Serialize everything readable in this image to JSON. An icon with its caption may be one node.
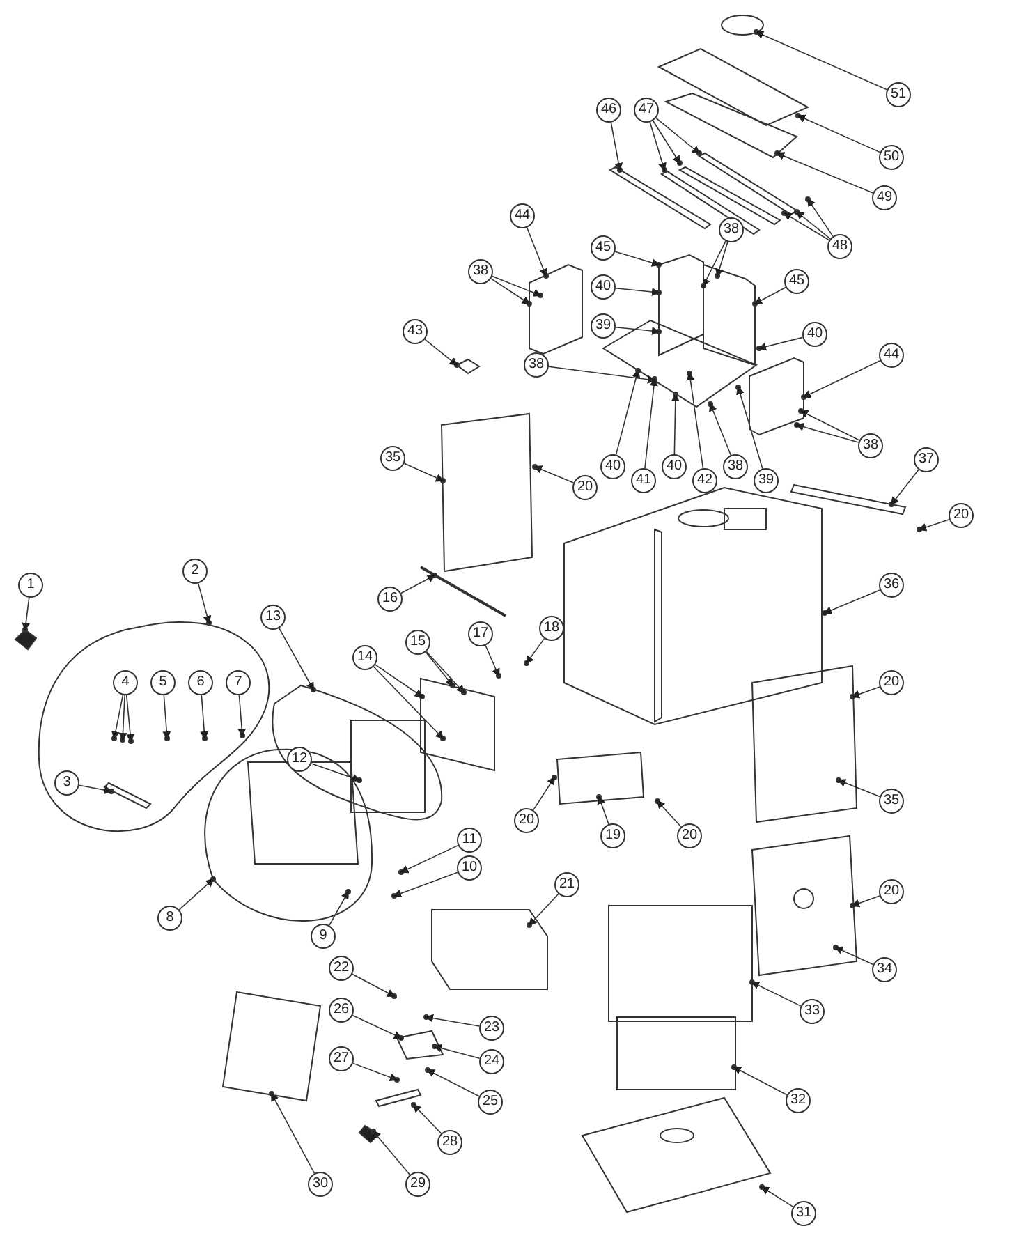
{
  "diagram": {
    "nodes": [
      {
        "text": [
          "51"
        ]
      },
      {
        "text": [
          "50"
        ]
      },
      {
        "text": [
          "47"
        ]
      },
      {
        "text": [
          "46"
        ]
      },
      {
        "text": [
          "49"
        ]
      },
      {
        "text": [
          "48"
        ]
      },
      {
        "text": [
          "44"
        ]
      },
      {
        "text": [
          "38"
        ]
      },
      {
        "text": [
          "45"
        ]
      },
      {
        "text": [
          "40"
        ]
      },
      {
        "text": [
          "38"
        ]
      },
      {
        "text": [
          "39"
        ]
      },
      {
        "text": [
          "45"
        ]
      },
      {
        "text": [
          "40"
        ]
      },
      {
        "text": [
          "44"
        ]
      },
      {
        "text": [
          "38"
        ]
      },
      {
        "text": [
          "43"
        ]
      },
      {
        "text": [
          "40"
        ]
      },
      {
        "text": [
          "41"
        ]
      },
      {
        "text": [
          "40"
        ]
      },
      {
        "text": [
          "42"
        ]
      },
      {
        "text": [
          "38"
        ]
      },
      {
        "text": [
          "39"
        ]
      },
      {
        "text": [
          "38"
        ]
      },
      {
        "text": [
          "35"
        ]
      },
      {
        "text": [
          "20"
        ]
      },
      {
        "text": [
          "37"
        ]
      },
      {
        "text": [
          "20"
        ]
      },
      {
        "text": [
          "16"
        ]
      },
      {
        "text": [
          "36"
        ]
      },
      {
        "text": [
          "1"
        ]
      },
      {
        "text": [
          "2"
        ]
      },
      {
        "text": [
          "13"
        ]
      },
      {
        "text": [
          "17"
        ]
      },
      {
        "text": [
          "18"
        ]
      },
      {
        "text": [
          "15"
        ]
      },
      {
        "text": [
          "14"
        ]
      },
      {
        "text": [
          "3"
        ]
      },
      {
        "text": [
          "4"
        ]
      },
      {
        "text": [
          "5"
        ]
      },
      {
        "text": [
          "6"
        ]
      },
      {
        "text": [
          "7"
        ]
      },
      {
        "text": [
          "12"
        ]
      },
      {
        "text": [
          "20"
        ]
      },
      {
        "text": [
          "35"
        ]
      },
      {
        "text": [
          "20"
        ]
      },
      {
        "text": [
          "19"
        ]
      },
      {
        "text": [
          "20"
        ]
      },
      {
        "text": [
          "11"
        ]
      },
      {
        "text": [
          "10"
        ]
      },
      {
        "text": [
          "8"
        ]
      },
      {
        "text": [
          "9"
        ]
      },
      {
        "text": [
          "21"
        ]
      },
      {
        "text": [
          "20"
        ]
      },
      {
        "text": [
          "34"
        ]
      },
      {
        "text": [
          "22"
        ]
      },
      {
        "text": [
          "33"
        ]
      },
      {
        "text": [
          "26"
        ]
      },
      {
        "text": [
          "23"
        ]
      },
      {
        "text": [
          "27"
        ]
      },
      {
        "text": [
          "24"
        ]
      },
      {
        "text": [
          "25"
        ]
      },
      {
        "text": [
          "32"
        ]
      },
      {
        "text": [
          "28"
        ]
      },
      {
        "text": [
          "29"
        ]
      },
      {
        "text": [
          "30"
        ]
      },
      {
        "text": [
          "31"
        ]
      }
    ],
    "edges": [
      {
        "from": 0,
        "to": null,
        "arrow": "to"
      },
      {
        "from": 1,
        "to": null,
        "arrow": "to"
      },
      {
        "from": 2,
        "to": null,
        "arrow": "to"
      },
      {
        "from": 2,
        "to": null,
        "arrow": "to"
      },
      {
        "from": 2,
        "to": null,
        "arrow": "to"
      },
      {
        "from": 3,
        "to": null,
        "arrow": "to"
      },
      {
        "from": 4,
        "to": null,
        "arrow": "to"
      },
      {
        "from": 5,
        "to": null,
        "arrow": "to"
      },
      {
        "from": 5,
        "to": null,
        "arrow": "to"
      },
      {
        "from": 5,
        "to": null,
        "arrow": "to"
      },
      {
        "from": 6,
        "to": null,
        "arrow": "to"
      },
      {
        "from": 7,
        "to": null,
        "arrow": "to"
      },
      {
        "from": 7,
        "to": null,
        "arrow": "to"
      },
      {
        "from": 8,
        "to": null,
        "arrow": "to"
      },
      {
        "from": 9,
        "to": null,
        "arrow": "to"
      },
      {
        "from": 10,
        "to": null,
        "arrow": "to"
      },
      {
        "from": 10,
        "to": null,
        "arrow": "to"
      },
      {
        "from": 11,
        "to": null,
        "arrow": "to"
      },
      {
        "from": 12,
        "to": null,
        "arrow": "to"
      },
      {
        "from": 13,
        "to": null,
        "arrow": "to"
      },
      {
        "from": 14,
        "to": null,
        "arrow": "to"
      },
      {
        "from": 15,
        "to": null,
        "arrow": "to"
      },
      {
        "from": 16,
        "to": null,
        "arrow": "to"
      },
      {
        "from": 17,
        "to": null,
        "arrow": "to"
      },
      {
        "from": 18,
        "to": null,
        "arrow": "to"
      },
      {
        "from": 19,
        "to": null,
        "arrow": "to"
      },
      {
        "from": 20,
        "to": null,
        "arrow": "to"
      },
      {
        "from": 21,
        "to": null,
        "arrow": "to"
      },
      {
        "from": 22,
        "to": null,
        "arrow": "to"
      },
      {
        "from": 23,
        "to": null,
        "arrow": "to"
      },
      {
        "from": 23,
        "to": null,
        "arrow": "to"
      },
      {
        "from": 24,
        "to": null,
        "arrow": "to"
      },
      {
        "from": 25,
        "to": null,
        "arrow": "to"
      },
      {
        "from": 26,
        "to": null,
        "arrow": "to"
      },
      {
        "from": 27,
        "to": null,
        "arrow": "to"
      },
      {
        "from": 28,
        "to": null,
        "arrow": "to"
      },
      {
        "from": 29,
        "to": null,
        "arrow": "to"
      },
      {
        "from": 30,
        "to": null,
        "arrow": "to"
      },
      {
        "from": 31,
        "to": null,
        "arrow": "to"
      },
      {
        "from": 32,
        "to": null,
        "arrow": "to"
      },
      {
        "from": 33,
        "to": null,
        "arrow": "to"
      },
      {
        "from": 34,
        "to": null,
        "arrow": "to"
      },
      {
        "from": 35,
        "to": null,
        "arrow": "to"
      },
      {
        "from": 35,
        "to": null,
        "arrow": "to"
      },
      {
        "from": 36,
        "to": null,
        "arrow": "to"
      },
      {
        "from": 36,
        "to": null,
        "arrow": "to"
      },
      {
        "from": 37,
        "to": null,
        "arrow": "to"
      },
      {
        "from": 38,
        "to": null,
        "arrow": "to"
      },
      {
        "from": 38,
        "to": null,
        "arrow": "to"
      },
      {
        "from": 38,
        "to": null,
        "arrow": "to"
      },
      {
        "from": 39,
        "to": null,
        "arrow": "to"
      },
      {
        "from": 40,
        "to": null,
        "arrow": "to"
      },
      {
        "from": 41,
        "to": null,
        "arrow": "to"
      },
      {
        "from": 42,
        "to": null,
        "arrow": "to"
      },
      {
        "from": 43,
        "to": null,
        "arrow": "to"
      },
      {
        "from": 44,
        "to": null,
        "arrow": "to"
      },
      {
        "from": 45,
        "to": null,
        "arrow": "to"
      },
      {
        "from": 46,
        "to": null,
        "arrow": "to"
      },
      {
        "from": 47,
        "to": null,
        "arrow": "to"
      },
      {
        "from": 48,
        "to": null,
        "arrow": "to"
      },
      {
        "from": 49,
        "to": null,
        "arrow": "to"
      },
      {
        "from": 50,
        "to": null,
        "arrow": "to"
      },
      {
        "from": 51,
        "to": null,
        "arrow": "to"
      },
      {
        "from": 52,
        "to": null,
        "arrow": "to"
      },
      {
        "from": 53,
        "to": null,
        "arrow": "to"
      },
      {
        "from": 54,
        "to": null,
        "arrow": "to"
      },
      {
        "from": 55,
        "to": null,
        "arrow": "to"
      },
      {
        "from": 56,
        "to": null,
        "arrow": "to"
      },
      {
        "from": 57,
        "to": null,
        "arrow": "to"
      },
      {
        "from": 58,
        "to": null,
        "arrow": "to"
      },
      {
        "from": 59,
        "to": null,
        "arrow": "to"
      },
      {
        "from": 60,
        "to": null,
        "arrow": "to"
      },
      {
        "from": 61,
        "to": null,
        "arrow": "to"
      },
      {
        "from": 62,
        "to": null,
        "arrow": "to"
      },
      {
        "from": 63,
        "to": null,
        "arrow": "to"
      },
      {
        "from": 64,
        "to": null,
        "arrow": "to"
      },
      {
        "from": 65,
        "to": null,
        "arrow": "to"
      },
      {
        "from": 66,
        "to": null,
        "arrow": "to"
      }
    ]
  }
}
